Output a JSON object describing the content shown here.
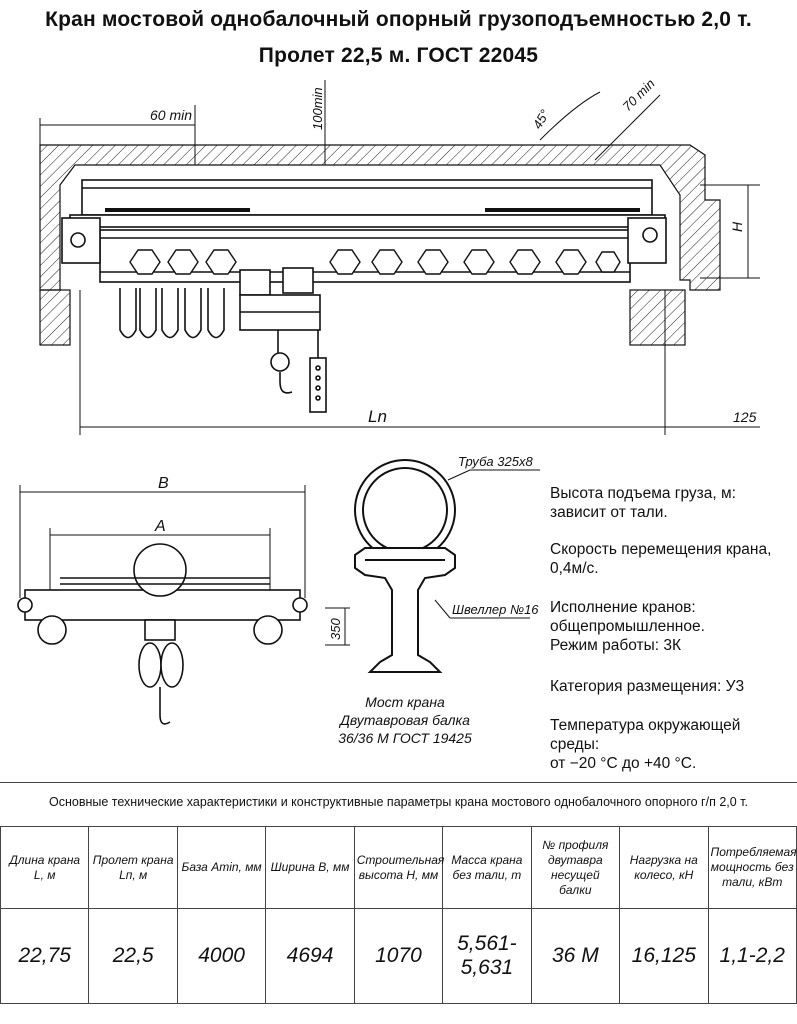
{
  "title": {
    "line1": "Кран мостовой однобалочный опорный грузоподъемностью 2,0 т.",
    "line2": "Пролет 22,5 м. ГОСТ 22045"
  },
  "drawing": {
    "dim_60min": "60 min",
    "dim_100min": "100min",
    "dim_45": "45°",
    "dim_70min": "70 min",
    "dim_H": "H",
    "dim_Ln": "Ln",
    "dim_125": "125",
    "dim_B": "B",
    "dim_A": "A",
    "dim_350": "350",
    "pipe_label": "Труба 325х8",
    "channel_label": "Швеллер №16"
  },
  "caption": {
    "line1": "Мост крана",
    "line2": "Двутавровая балка",
    "line3": "36/36 М ГОСТ 19425"
  },
  "specs": [
    {
      "line1": "Высота подъема груза, м:",
      "line2": "зависит от тали."
    },
    {
      "line1": "Скорость перемещения крана,",
      "line2": "0,4м/с."
    },
    {
      "line1": "Исполнение кранов:",
      "line2": "общепромышленное.",
      "line3": "Режим работы: 3К"
    },
    {
      "line1": "Категория размещения: У3"
    },
    {
      "line1": "Температура окружающей",
      "line2": "среды:",
      "line3": "от −20 °С до +40 °С."
    }
  ],
  "table": {
    "title": "Основные технические характеристики и конструктивные параметры крана мостового однобалочного опорного г/п 2,0 т.",
    "headers": [
      "Длина крана L, м",
      "Пролет крана Lп, м",
      "База Аmin, мм",
      "Ширина В, мм",
      "Строительная высота Н, мм",
      "Масса крана без тали, т",
      "№ профиля двутавра несущей балки",
      "Нагрузка на колесо, кН",
      "Потребляемая мощность без тали, кВт"
    ],
    "values": [
      "22,75",
      "22,5",
      "4000",
      "4694",
      "1070",
      "5,561-5,631",
      "36 М",
      "16,125",
      "1,1-2,2"
    ]
  }
}
